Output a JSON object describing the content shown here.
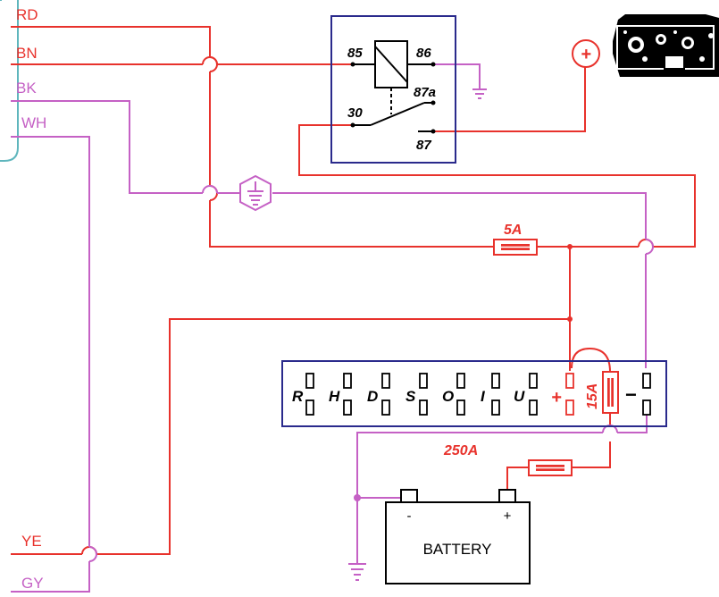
{
  "colors": {
    "red": "#e8322c",
    "pink": "#c561c5",
    "blue": "#2a2a8c",
    "teal": "#5fb6bd",
    "black": "#000000"
  },
  "wires": {
    "rd": "RD",
    "bn": "BN",
    "bk": "BK",
    "wh": "WH",
    "ye": "YE",
    "gy": "GY"
  },
  "relay": {
    "pin85": "85",
    "pin86": "86",
    "pin87a": "87a",
    "pin30": "30",
    "pin87": "87"
  },
  "plus_symbol": "+",
  "terminal_block": {
    "letters": [
      "R",
      "H",
      "D",
      "S",
      "O",
      "I",
      "U"
    ],
    "plus": "+",
    "minus": "−"
  },
  "fuses": {
    "f5": "5A",
    "f15": "15A",
    "f250": "250A"
  },
  "battery": {
    "label": "BATTERY",
    "neg": "-",
    "pos": "+"
  },
  "icons": [
    "ground-symbol",
    "chassis-ground-icon",
    "plus-circle-icon",
    "component-illustration",
    "relay-coil-icon"
  ]
}
